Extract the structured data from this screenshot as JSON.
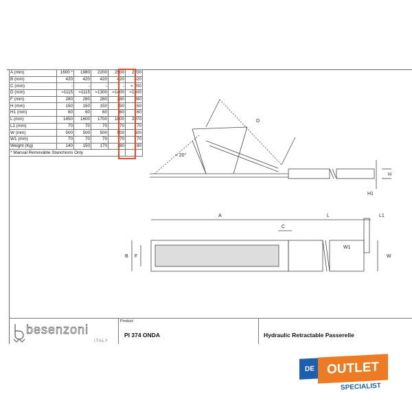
{
  "spec_table": {
    "rows": [
      {
        "label": "A (mm)",
        "values": [
          "1600 *",
          "1980",
          "2200",
          "2500",
          "2700"
        ]
      },
      {
        "label": "B (mm)",
        "values": [
          "420",
          "420",
          "420",
          "420",
          "420"
        ]
      },
      {
        "label": "C (mm)",
        "values": [
          "-",
          "-",
          "-",
          "-",
          "≈ 200"
        ]
      },
      {
        "label": "D (mm)",
        "values": [
          "≈1115",
          "≈1115",
          "≈1300",
          "≈1400",
          "≈1400"
        ]
      },
      {
        "label": "F (mm)",
        "values": [
          "280",
          "280",
          "280",
          "280",
          "280"
        ]
      },
      {
        "label": "H (mm)",
        "values": [
          "150",
          "150",
          "150",
          "150",
          "150"
        ]
      },
      {
        "label": "H1 (mm)",
        "values": [
          "60",
          "60",
          "60",
          "60",
          "60"
        ]
      },
      {
        "label": "L (mm)",
        "values": [
          "1450",
          "1600",
          "1700",
          "1800",
          "2070"
        ]
      },
      {
        "label": "L1 (mm)",
        "values": [
          "70",
          "70",
          "70",
          "70",
          "70"
        ]
      },
      {
        "label": "W (mm)",
        "values": [
          "500",
          "500",
          "500",
          "500",
          "500"
        ]
      },
      {
        "label": "W1 (mm)",
        "values": [
          "70",
          "70",
          "70",
          "70",
          "70"
        ]
      },
      {
        "label": "Weight (Kg)",
        "values": [
          "140",
          "150",
          "170",
          "180",
          "190"
        ]
      }
    ],
    "note": "* Manual Removable Stanchions Only",
    "highlight_color": "#e8462a"
  },
  "drawing": {
    "side": {
      "angle": "≈ 20°",
      "D": "D",
      "H": "H",
      "H1": "H1"
    },
    "plan": {
      "A": "A",
      "L": "L",
      "L1": "L1",
      "C": "C",
      "B": "B",
      "F": "F",
      "W": "W",
      "W1": "W1"
    }
  },
  "title_block": {
    "brand": "besenzoni",
    "brand_sub": "ITALY",
    "product_label": "Product",
    "product": "PI 374 ONDA",
    "description": "Hydraulic Retractable Passerelle"
  },
  "watermark": {
    "de": "DE",
    "outlet": "OUTLET",
    "specialist": "SPECIALIST",
    "orange": "#ec7b23",
    "blue": "#1d5fae"
  }
}
